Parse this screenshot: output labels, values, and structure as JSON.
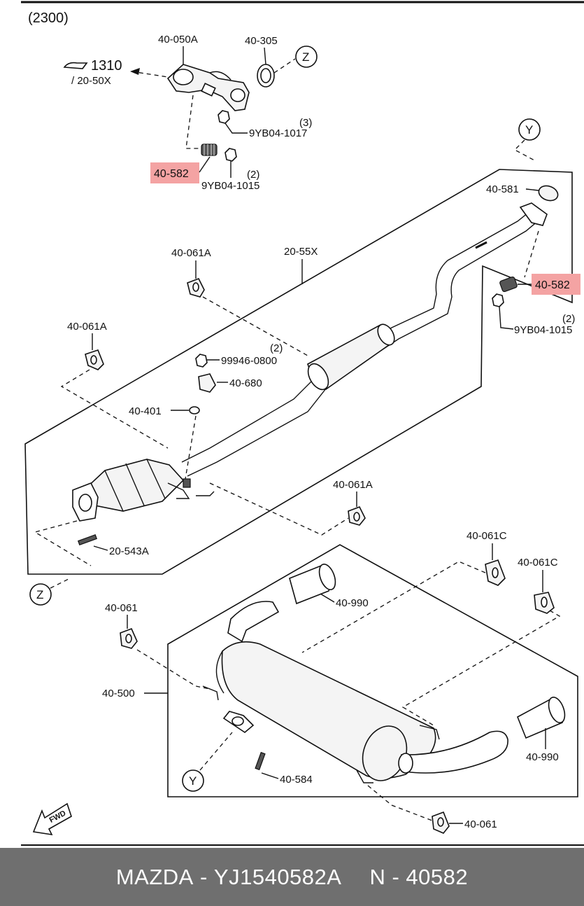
{
  "diagram": {
    "section_code": "(2300)",
    "ref_1310": "1310",
    "ref_2050x": "/ 20-50X",
    "labels": {
      "p40050A": "40-050A",
      "p40305": "40-305",
      "p9YB041017": "9YB04-1017",
      "q3": "(3)",
      "p40582_top": "40-582",
      "p9YB041015_top": "9YB04-1015",
      "q2_top": "(2)",
      "p40581": "40-581",
      "p40582_right": "40-582",
      "q2_right": "(2)",
      "p9YB041015_right": "9YB04-1015",
      "p40061A_1": "40-061A",
      "p2055X": "20-55X",
      "p40061A_2": "40-061A",
      "p9994608000": "99946-0800",
      "q2_mid": "(2)",
      "p40680": "40-680",
      "p40401": "40-401",
      "p40061A_3": "40-061A",
      "p20543A": "20-543A",
      "p40061C_1": "40-061C",
      "p40061C_2": "40-061C",
      "p40990_1": "40-990",
      "p40061_1": "40-061",
      "p40500": "40-500",
      "p40990_2": "40-990",
      "p40584": "40-584",
      "p40061_2": "40-061"
    },
    "view_markers": {
      "z": "Z",
      "y": "Y"
    },
    "fwd": "FWD",
    "highlight_color": "#f4a3a3"
  },
  "footer": {
    "brand": "MAZDA",
    "separator": " - ",
    "part_number": "YJ1540582A",
    "n_prefix": "N - ",
    "n_number": "40582"
  }
}
